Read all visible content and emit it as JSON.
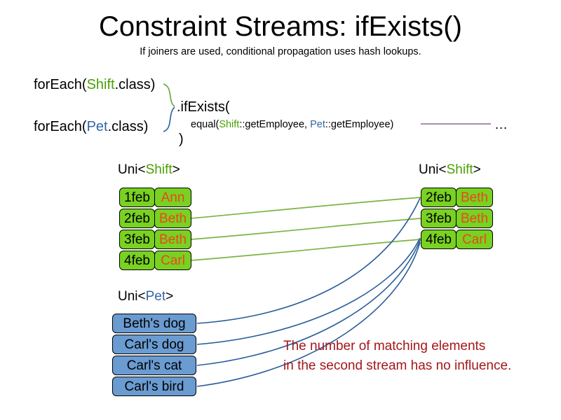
{
  "header": {
    "title": "Constraint Streams: ifExists()",
    "subtitle": "If joiners are used, conditional propagation uses hash lookups."
  },
  "code": {
    "foreach_shift": {
      "prefix": "forEach(",
      "type": "Shift",
      "suffix": ".class)"
    },
    "foreach_pet": {
      "prefix": "forEach(",
      "type": "Pet",
      "suffix": ".class)"
    },
    "ifexists": ".ifExists(",
    "equal": {
      "prefix": "equal(",
      "left_type": "Shift",
      "mid": "::getEmployee, ",
      "right_type": "Pet",
      "suffix": "::getEmployee)"
    },
    "close_paren": ")",
    "ellipsis": "…"
  },
  "streams": {
    "left_shift": {
      "label_prefix": "Uni<",
      "label_type": "Shift",
      "label_suffix": ">",
      "rows": [
        {
          "date": "1feb",
          "name": "Ann"
        },
        {
          "date": "2feb",
          "name": "Beth"
        },
        {
          "date": "3feb",
          "name": "Beth"
        },
        {
          "date": "4feb",
          "name": "Carl"
        }
      ]
    },
    "right_shift": {
      "label_prefix": "Uni<",
      "label_type": "Shift",
      "label_suffix": ">",
      "rows": [
        {
          "date": "2feb",
          "name": "Beth"
        },
        {
          "date": "3feb",
          "name": "Beth"
        },
        {
          "date": "4feb",
          "name": "Carl"
        }
      ]
    },
    "pet": {
      "label_prefix": "Uni<",
      "label_type": "Pet",
      "label_suffix": ">",
      "rows": [
        {
          "name": "Beth's dog"
        },
        {
          "name": "Carl's dog"
        },
        {
          "name": "Carl's cat"
        },
        {
          "name": "Carl's bird"
        }
      ]
    }
  },
  "annotation": {
    "line1": "The number of matching elements",
    "line2": "in the second stream has no influence."
  },
  "colors": {
    "shift_green": "#4aa002",
    "pet_blue": "#3465a4",
    "cell_green": "#79d121",
    "cell_blue": "#6a9bd1",
    "name_orange": "#e8491d",
    "annotation_red": "#a4161a",
    "rule_purple": "#9a7fa6"
  }
}
